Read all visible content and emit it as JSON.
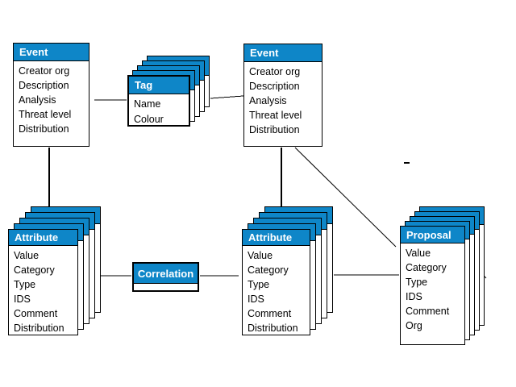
{
  "diagram": {
    "title_hint": "Event / Tag / Attribute / Correlation / Proposal data-model diagram",
    "background_color": "#ffffff",
    "accent_color": "#0e86c8",
    "line_color": "#000000",
    "entities": [
      {
        "id": "event-left",
        "title": "Event",
        "stacked": false,
        "fields": [
          "Creator org",
          "Description",
          "Analysis",
          "Threat level",
          "Distribution"
        ]
      },
      {
        "id": "tag",
        "title": "Tag",
        "stacked": true,
        "stack_count": 5,
        "fields": [
          "Name",
          "Colour"
        ]
      },
      {
        "id": "event-right",
        "title": "Event",
        "stacked": false,
        "fields": [
          "Creator org",
          "Description",
          "Analysis",
          "Threat level",
          "Distribution"
        ]
      },
      {
        "id": "attribute-left",
        "title": "Attribute",
        "stacked": true,
        "stack_count": 5,
        "fields": [
          "Value",
          "Category",
          "Type",
          "IDS",
          "Comment",
          "Distribution"
        ]
      },
      {
        "id": "correlation",
        "title": "Correlation",
        "stacked": false,
        "fields": []
      },
      {
        "id": "attribute-middle",
        "title": "Attribute",
        "stacked": true,
        "stack_count": 5,
        "fields": [
          "Value",
          "Category",
          "Type",
          "IDS",
          "Comment",
          "Distribution"
        ]
      },
      {
        "id": "proposal",
        "title": "Proposal",
        "stacked": true,
        "stack_count": 5,
        "fields": [
          "Value",
          "Category",
          "Type",
          "IDS",
          "Comment",
          "Org"
        ]
      }
    ],
    "connections": [
      {
        "from": "event-left",
        "to": "tag"
      },
      {
        "from": "tag",
        "to": "event-right"
      },
      {
        "from": "event-left",
        "to": "attribute-left"
      },
      {
        "from": "event-right",
        "to": "attribute-middle"
      },
      {
        "from": "event-right",
        "to": "proposal"
      },
      {
        "from": "attribute-left",
        "to": "correlation"
      },
      {
        "from": "correlation",
        "to": "attribute-middle"
      },
      {
        "from": "attribute-middle",
        "to": "proposal"
      }
    ]
  }
}
